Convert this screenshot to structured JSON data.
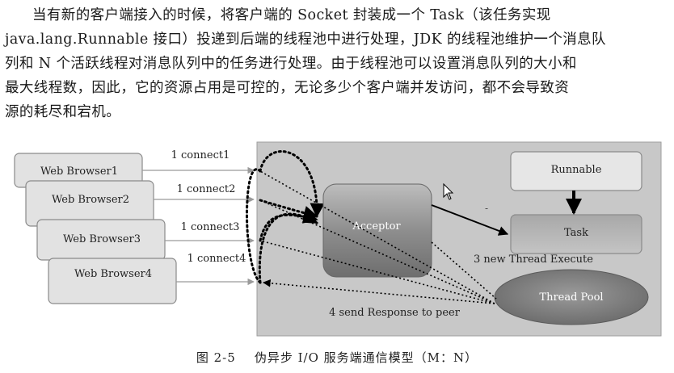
{
  "paragraph": {
    "lines": [
      "当有新的客户端接入的时候，将客户端的 Socket 封装成一个 Task（该任务实现",
      "java.lang.Runnable 接口）投递到后端的线程池中进行处理，JDK 的线程池维护一个消息队",
      "列和 N 个活跃线程对消息队列中的任务进行处理。由于线程池可以设置消息队列的大小和",
      "最大线程数，因此，它的资源占用是可控的，无论多少个客户端并发访问，都不会导致资",
      "源的耗尽和宕机。"
    ]
  },
  "figure": {
    "browsers": [
      "Web Browser1",
      "Web Browser2",
      "Web Browser3",
      "Web Browser4"
    ],
    "connects": [
      "1 connect1",
      "1 connect2",
      "1 connect3",
      "1 connect4"
    ],
    "acceptor": "Acceptor",
    "runnable": "Runnable",
    "task": "Task",
    "thread_pool": "Thread Pool",
    "execute_label": "3 new Thread Execute",
    "response_label": "4 send Response to peer",
    "dash_mark": "-",
    "colors": {
      "panel": "#c8c8c8",
      "box_fill": "#e2e2e2",
      "box_stroke": "#8a8a8a",
      "acceptor_fill": "#9a9a9a",
      "pool_fill": "#7e7e7e",
      "arrow_gray": "#9a9a9a",
      "arrow_black": "#000000"
    }
  },
  "caption": {
    "number": "图 2-5",
    "title": "伪异步 I/O 服务端通信模型（M：N）"
  }
}
